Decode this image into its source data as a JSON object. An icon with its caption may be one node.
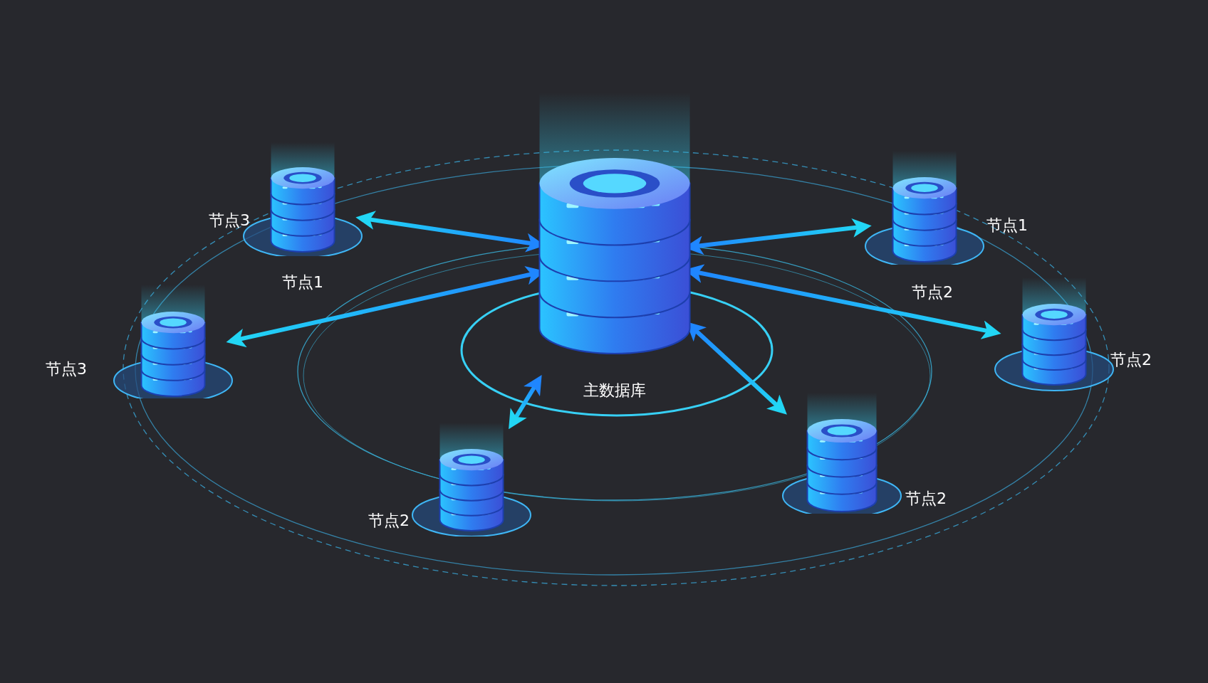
{
  "diagram": {
    "nodes": [
      {
        "text": [
          "主数据库"
        ]
      },
      {
        "text": [
          "节点3",
          "节点1"
        ]
      },
      {
        "text": [
          "节点1",
          "节点2"
        ]
      },
      {
        "text": [
          "节点3"
        ]
      },
      {
        "text": [
          "节点2"
        ]
      },
      {
        "text": [
          "节点2"
        ]
      },
      {
        "text": [
          "节点2"
        ]
      }
    ],
    "edges": [
      {
        "from": 0,
        "to": 1,
        "arrow": "both"
      },
      {
        "from": 0,
        "to": 2,
        "arrow": "both"
      },
      {
        "from": 0,
        "to": 3,
        "arrow": "both"
      },
      {
        "from": 0,
        "to": 4,
        "arrow": "both"
      },
      {
        "from": 0,
        "to": 5,
        "arrow": "both"
      },
      {
        "from": 0,
        "to": 6,
        "arrow": "both"
      }
    ]
  }
}
